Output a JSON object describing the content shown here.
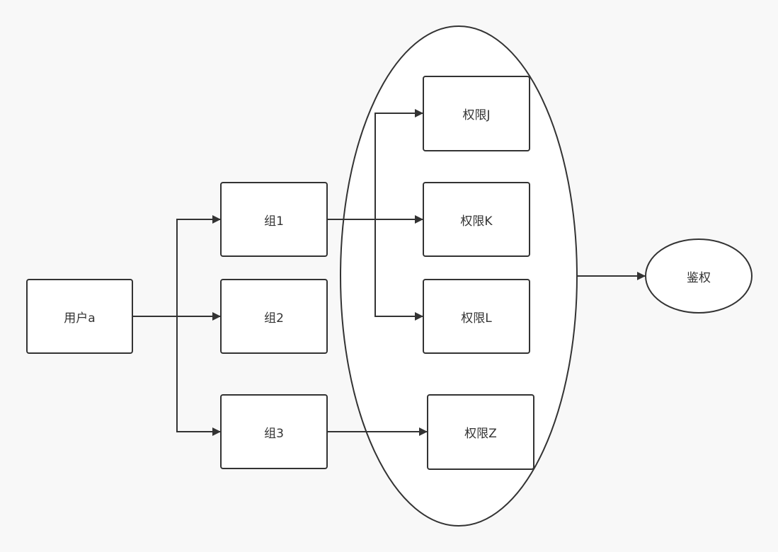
{
  "nodes": {
    "user": "用户a",
    "group1": "组1",
    "group2": "组2",
    "group3": "组3",
    "permJ": "权限J",
    "permK": "权限K",
    "permL": "权限L",
    "permZ": "权限Z",
    "auth": "鉴权"
  },
  "colors": {
    "stroke": "#333333",
    "fill": "#ffffff",
    "background": "#f8f8f8"
  }
}
